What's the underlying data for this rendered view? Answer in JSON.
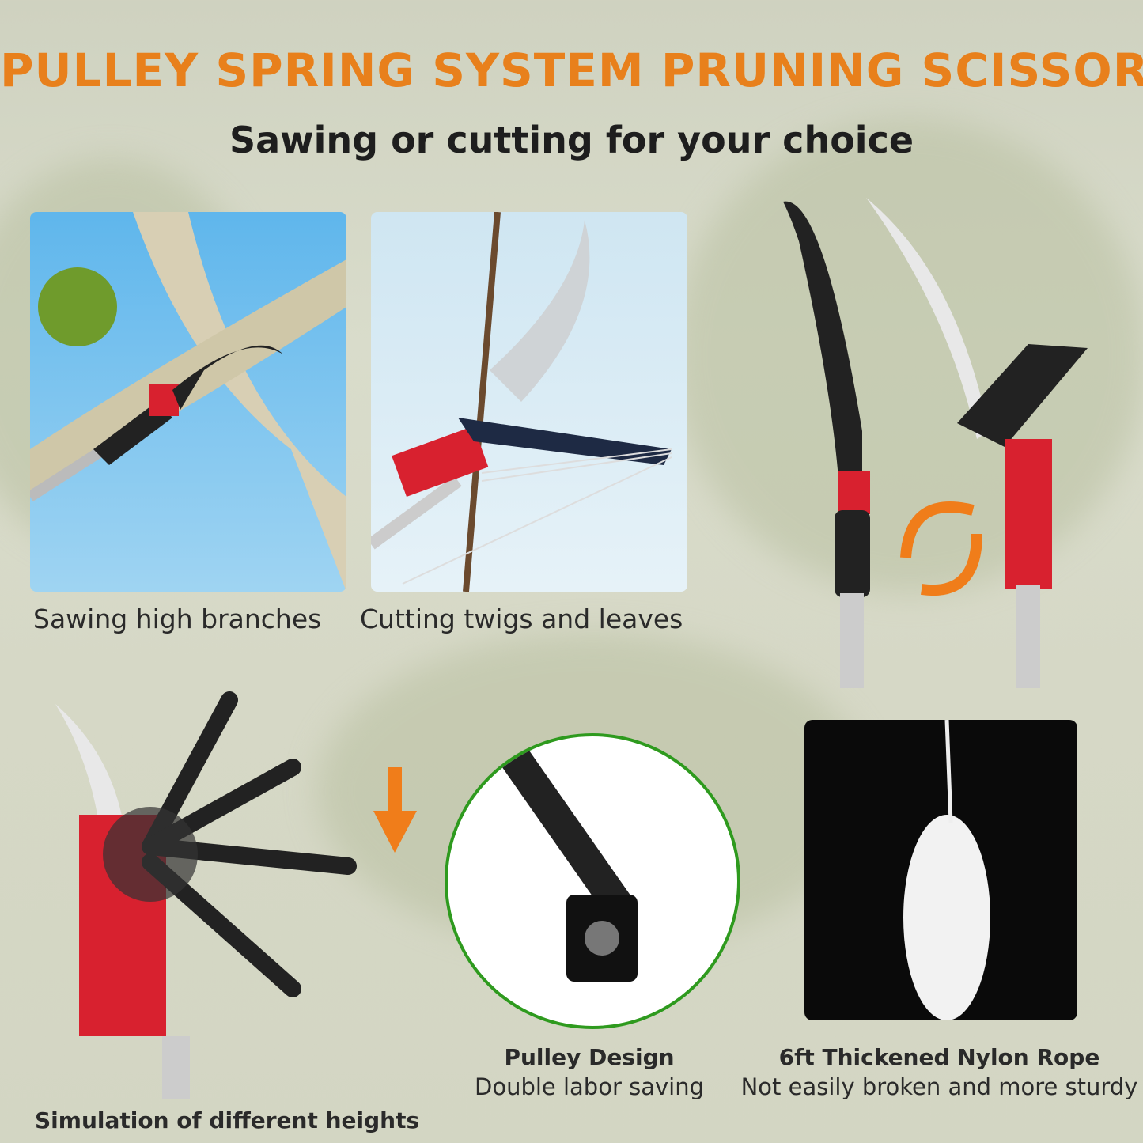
{
  "title": "PULLEY SPRING SYSTEM PRUNING SCISSORS",
  "subtitle": "Sawing or cutting for your choice",
  "panels": [
    {
      "caption": "Sawing high branches"
    },
    {
      "caption": "Cutting twigs and leaves"
    }
  ],
  "swap_icon": "rotate-arrows-icon",
  "features": {
    "heights_caption": "Simulation of different heights",
    "pulley": {
      "title": "Pulley Design",
      "subtitle": "Double labor saving"
    },
    "rope": {
      "title": "6ft Thickened Nylon Rope",
      "subtitle": "Not easily broken and more sturdy"
    }
  },
  "colors": {
    "accent": "#e8801c",
    "tool_red": "#d8212f",
    "circle_border": "#2e9a1e"
  }
}
